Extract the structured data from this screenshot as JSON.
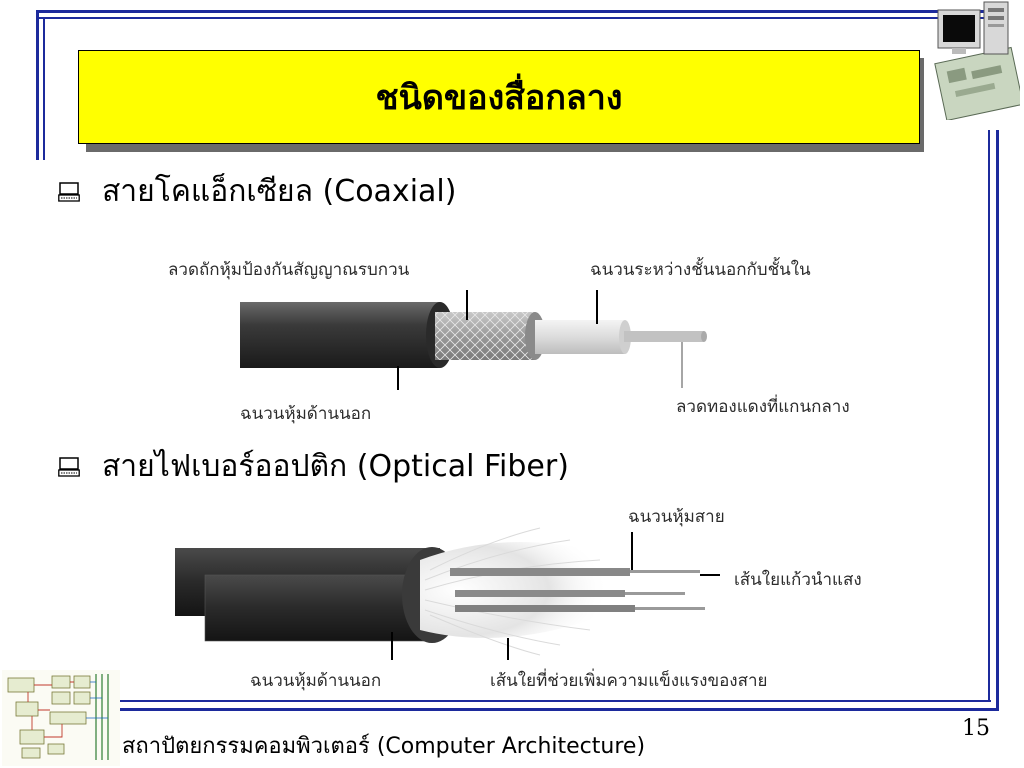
{
  "slide": {
    "title": "ชนิดของสื่อกลาง",
    "page_number": "15",
    "footer": "สถาปัตยกรรมคอมพิวเตอร์ (Computer Architecture)"
  },
  "bullets": [
    {
      "text": "สายโคแอ็กเซียล (Coaxial)",
      "icon": "computer-bullet-icon"
    },
    {
      "text": "สายไฟเบอร์ออปติก (Optical Fiber)",
      "icon": "computer-bullet-icon"
    }
  ],
  "coax_diagram": {
    "labels": {
      "shield": "ลวดถักหุ้มป้องกันสัญญาณรบกวน",
      "dielectric": "ฉนวนระหว่างชั้นนอกกับชั้นใน",
      "outer_jacket": "ฉนวนหุ้มด้านนอก",
      "core": "ลวดทองแดงที่แกนกลาง"
    }
  },
  "fiber_diagram": {
    "labels": {
      "cladding": "ฉนวนหุ้มสาย",
      "fiber_core": "เส้นใยแก้วนำแสง",
      "outer_jacket": "ฉนวนหุ้มด้านนอก",
      "strength_fiber": "เส้นใยที่ช่วยเพิ่มความแข็งแรงของสาย"
    }
  },
  "colors": {
    "frame": "#1c2a9c",
    "title_bg": "#ffff00"
  }
}
